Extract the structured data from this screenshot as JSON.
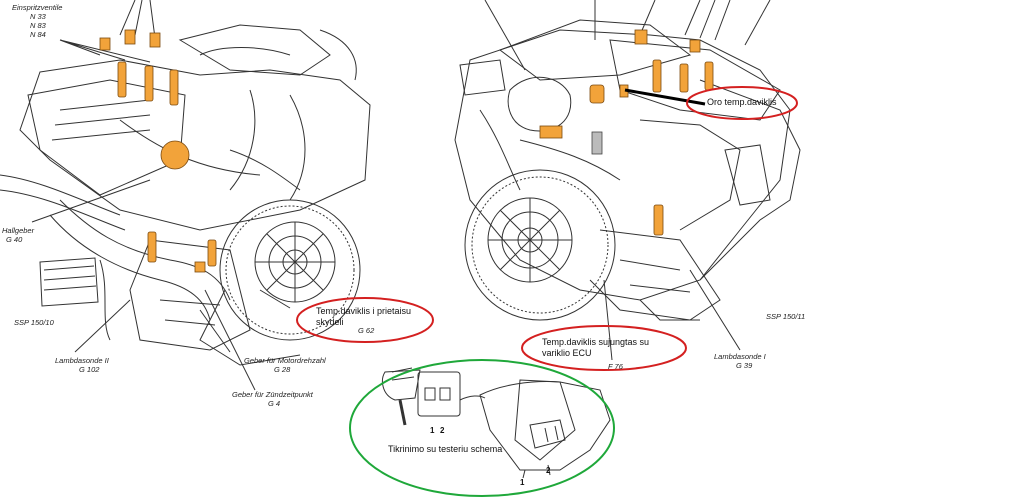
{
  "left_engine": {
    "injectors_label": [
      "Einspritzventile",
      "N 33",
      "N 83",
      "N 84"
    ],
    "hall_sender": [
      "Hallgeber",
      "G 40"
    ],
    "lambda_probe_2": [
      "Lambdasonde II",
      "G 102"
    ],
    "ssp_code": "SSP 150/10",
    "engine_speed_sender": [
      "Geber für Motordrehzahl",
      "G 28"
    ],
    "ignition_sender": [
      "Geber für Zündzeitpunkt",
      "G 4"
    ],
    "temp_sensor_code": "G 62"
  },
  "right_engine": {
    "ssp_code": "SSP 150/11",
    "lambda_probe_1": [
      "Lambdasonde I",
      "G 39"
    ],
    "f76_code": "F 76"
  },
  "annotations": {
    "air_temp": "Oro temp.daviklis",
    "temp_gauge": [
      "Temp.daviklis i prietaisu",
      "skydeli"
    ],
    "temp_ecu": [
      "Temp.daviklis sujungtas su",
      "variklio ECU"
    ],
    "tester_scheme": "Tikrinimo su testeriu schema",
    "pin_1": "1",
    "pin_2": "2"
  },
  "colors": {
    "highlight_orange": "#f2a33a",
    "red_ring": "#d42020",
    "green_ring": "#1fa83a",
    "line_art": "#333333"
  }
}
